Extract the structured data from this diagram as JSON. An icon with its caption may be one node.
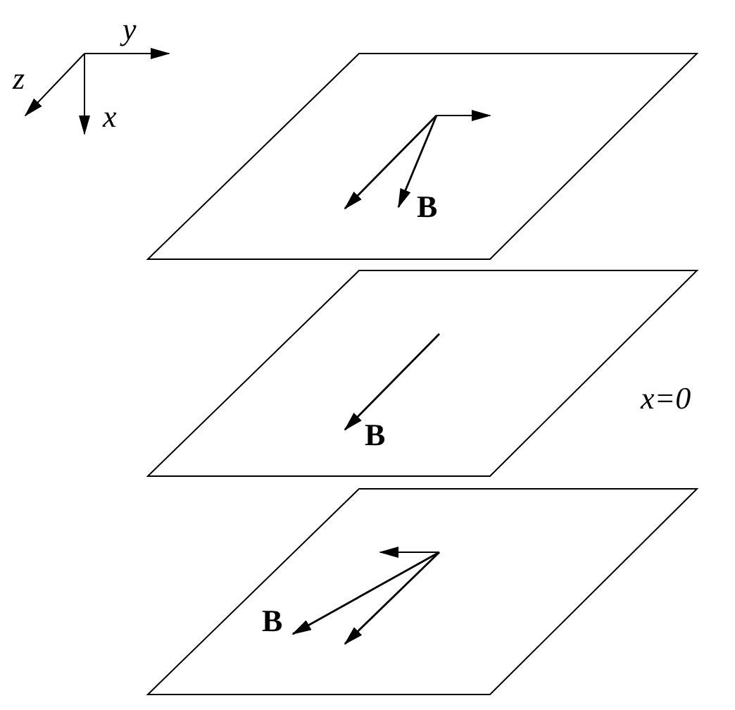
{
  "diagram": {
    "labels": [
      "y",
      "z",
      "x",
      "B",
      "x=0",
      "B",
      "B"
    ]
  }
}
